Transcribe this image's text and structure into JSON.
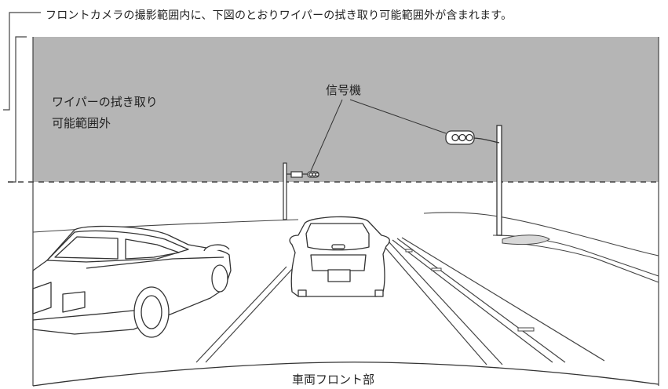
{
  "caption": "フロントカメラの撮影範囲内に、下図のとおりワイパーの拭き取り可能範囲外が含まれます。",
  "zone_label": {
    "line1": "ワイパーの拭き取り",
    "line2": "可能範囲外"
  },
  "signal_label": "信号機",
  "front_label": "車両フロント部",
  "colors": {
    "shaded_zone": "#b5b5b5",
    "line": "#333333",
    "background": "#ffffff"
  }
}
